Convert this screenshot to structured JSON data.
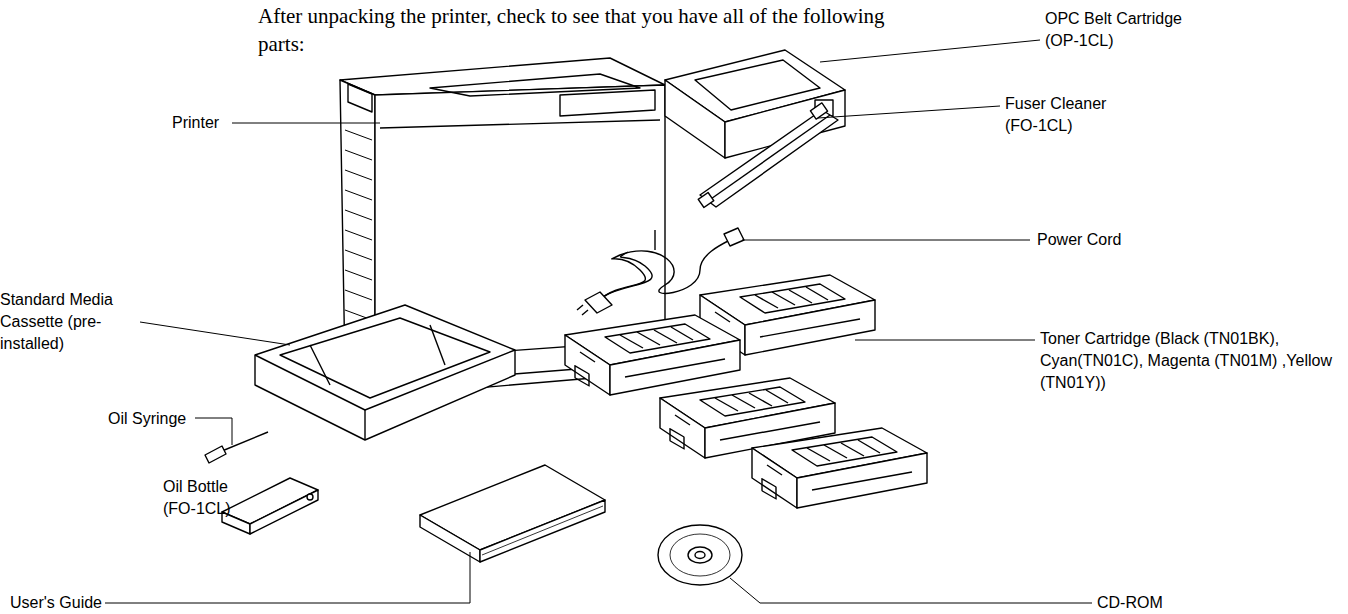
{
  "diagram": {
    "labels": [
      "After unpacking the printer, check to see that you have all of the following parts:",
      "Printer",
      "OPC Belt Cartridge (OP-1CL)",
      "Fuser Cleaner (FO-1CL)",
      "Power Cord",
      "Standard Media Cassette (pre-installed)",
      "Toner Cartridge (Black (TN01BK), Cyan(TN01C), Magenta (TN01M) ,Yellow (TN01Y))",
      "Oil Syringe",
      "Oil Bottle (FO-1CL)",
      "User's Guide",
      "CD-ROM"
    ]
  }
}
